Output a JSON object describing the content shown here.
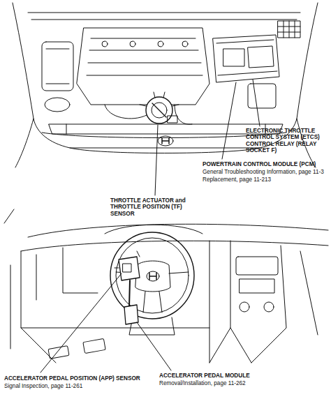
{
  "diagram": {
    "labels": [
      "ELECTRONIC THROTTLE CONTROL SYSTEM (ETCS) CONTROL RELAY (RELAY SOCKET F)",
      "POWERTRAIN CONTROL MODULE (PCM)",
      "General Troubleshooting Information, page 11-3",
      "Replacement, page 11-213",
      "THROTTLE ACTUATOR and THROTTLE POSITION (TF) SENSOR",
      "ACCELERATOR PEDAL POSITION (APP) SENSOR",
      "Signal Inspection, page 11-261",
      "ACCELERATOR PEDAL MODULE",
      "Removal/Installation, page 11-262"
    ]
  }
}
